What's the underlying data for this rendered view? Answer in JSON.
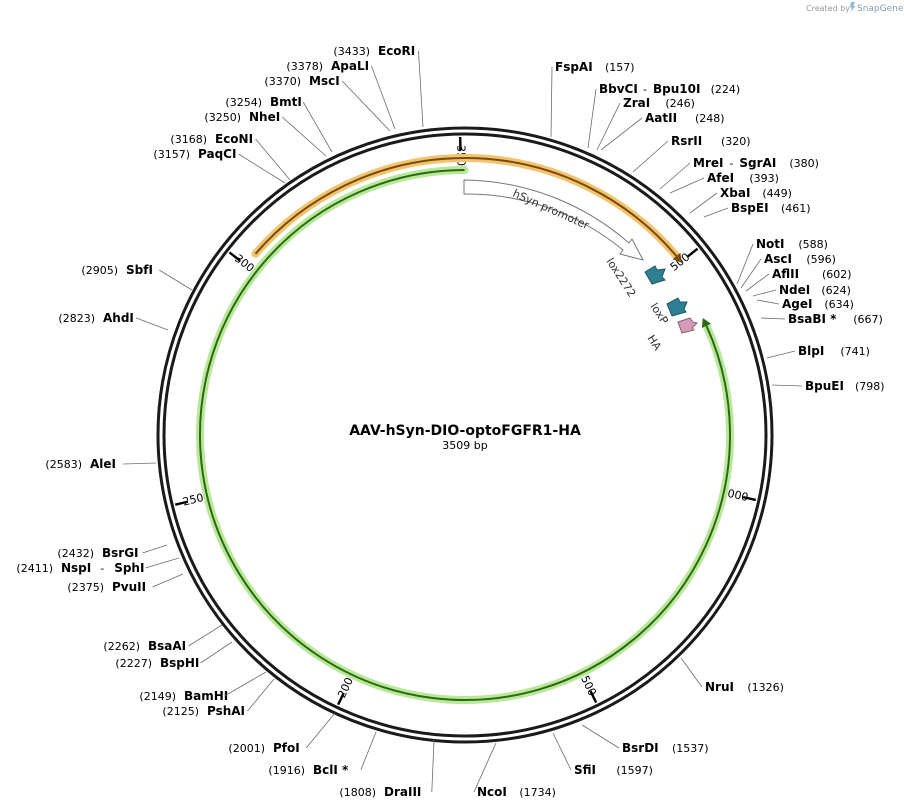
{
  "credit": {
    "prefix": "Created by",
    "brand": "SnapGene"
  },
  "plasmid": {
    "name": "AAV-hSyn-DIO-optoFGFR1-HA",
    "length_label": "3509 bp",
    "length": 3509
  },
  "ticks": [
    {
      "pos": 3500,
      "label": "3500"
    },
    {
      "pos": 500,
      "label": "500"
    },
    {
      "pos": 1000,
      "label": "1000"
    },
    {
      "pos": 1500,
      "label": "1500"
    },
    {
      "pos": 2000,
      "label": "2000"
    },
    {
      "pos": 2500,
      "label": "2500"
    },
    {
      "pos": 3000,
      "label": "3000"
    }
  ],
  "features": [
    {
      "name": "hSyn promoter",
      "label": "hSyn promoter",
      "color": "#ffffff",
      "stroke": "#777777"
    },
    {
      "name": "lox2272",
      "label": "lox2272",
      "color": "#2e7f91"
    },
    {
      "name": "loxP",
      "label": "loxP",
      "color": "#2e7f91"
    },
    {
      "name": "HA",
      "label": "HA",
      "color": "#d49bb6"
    }
  ],
  "arcs": [
    {
      "name": "orange-orf",
      "color": "#f2c46d",
      "core": "#7a4a10"
    },
    {
      "name": "green-orf",
      "color": "#b9e89a",
      "core": "#2c6a12"
    }
  ],
  "sites": [
    {
      "name": "EcoRI",
      "pos": "(3433)"
    },
    {
      "name": "ApaLI",
      "pos": "(3378)"
    },
    {
      "name": "MscI",
      "pos": "(3370)"
    },
    {
      "name": "BmtI",
      "pos": "(3254)"
    },
    {
      "name": "NheI",
      "pos": "(3250)"
    },
    {
      "name": "EcoNI",
      "pos": "(3168)"
    },
    {
      "name": "PaqCI",
      "pos": "(3157)"
    },
    {
      "name": "SbfI",
      "pos": "(2905)"
    },
    {
      "name": "AhdI",
      "pos": "(2823)"
    },
    {
      "name": "AleI",
      "pos": "(2583)"
    },
    {
      "name": "BsrGI",
      "pos": "(2432)"
    },
    {
      "name": "NspI",
      "pos": "(2411)",
      "name2": "SphI"
    },
    {
      "name": "PvuII",
      "pos": "(2375)"
    },
    {
      "name": "BsaAI",
      "pos": "(2262)"
    },
    {
      "name": "BspHI",
      "pos": "(2227)"
    },
    {
      "name": "BamHI",
      "pos": "(2149)"
    },
    {
      "name": "PshAI",
      "pos": "(2125)"
    },
    {
      "name": "PfoI",
      "pos": "(2001)"
    },
    {
      "name": "BclI *",
      "pos": "(1916)"
    },
    {
      "name": "DraIII",
      "pos": "(1808)"
    },
    {
      "name": "NcoI",
      "pos": "(1734)"
    },
    {
      "name": "SfiI",
      "pos": "(1597)"
    },
    {
      "name": "BsrDI",
      "pos": "(1537)"
    },
    {
      "name": "NruI",
      "pos": "(1326)"
    },
    {
      "name": "BpuEI",
      "pos": "(798)"
    },
    {
      "name": "BlpI",
      "pos": "(741)"
    },
    {
      "name": "BsaBI *",
      "pos": "(667)"
    },
    {
      "name": "AgeI",
      "pos": "(634)"
    },
    {
      "name": "NdeI",
      "pos": "(624)"
    },
    {
      "name": "AflII",
      "pos": "(602)"
    },
    {
      "name": "AscI",
      "pos": "(596)"
    },
    {
      "name": "NotI",
      "pos": "(588)"
    },
    {
      "name": "BspEI",
      "pos": "(461)"
    },
    {
      "name": "XbaI",
      "pos": "(449)"
    },
    {
      "name": "AfeI",
      "pos": "(393)"
    },
    {
      "name": "MreI",
      "pos": "(380)",
      "name2": "SgrAI"
    },
    {
      "name": "RsrII",
      "pos": "(320)"
    },
    {
      "name": "AatII",
      "pos": "(248)"
    },
    {
      "name": "ZraI",
      "pos": "(246)"
    },
    {
      "name": "BbvCI",
      "pos": "(224)",
      "name2": "Bpu10I"
    },
    {
      "name": "FspAI",
      "pos": "(157)"
    }
  ]
}
